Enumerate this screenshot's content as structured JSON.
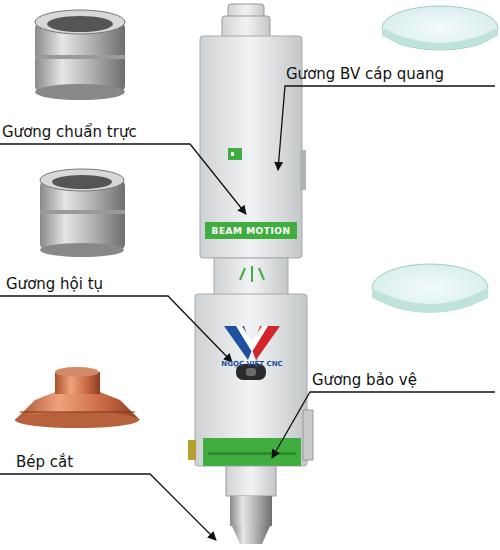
{
  "diagram": {
    "nodes": [
      {
        "text": [
          "BEAM MOTION"
        ]
      }
    ],
    "labels": [
      "Gương BV cáp quang",
      "Gương chuẩn trực",
      "Gương hội tụ",
      "NGỌC VIỆT CNC",
      "Gương bảo vệ",
      "Bép cắt"
    ]
  }
}
